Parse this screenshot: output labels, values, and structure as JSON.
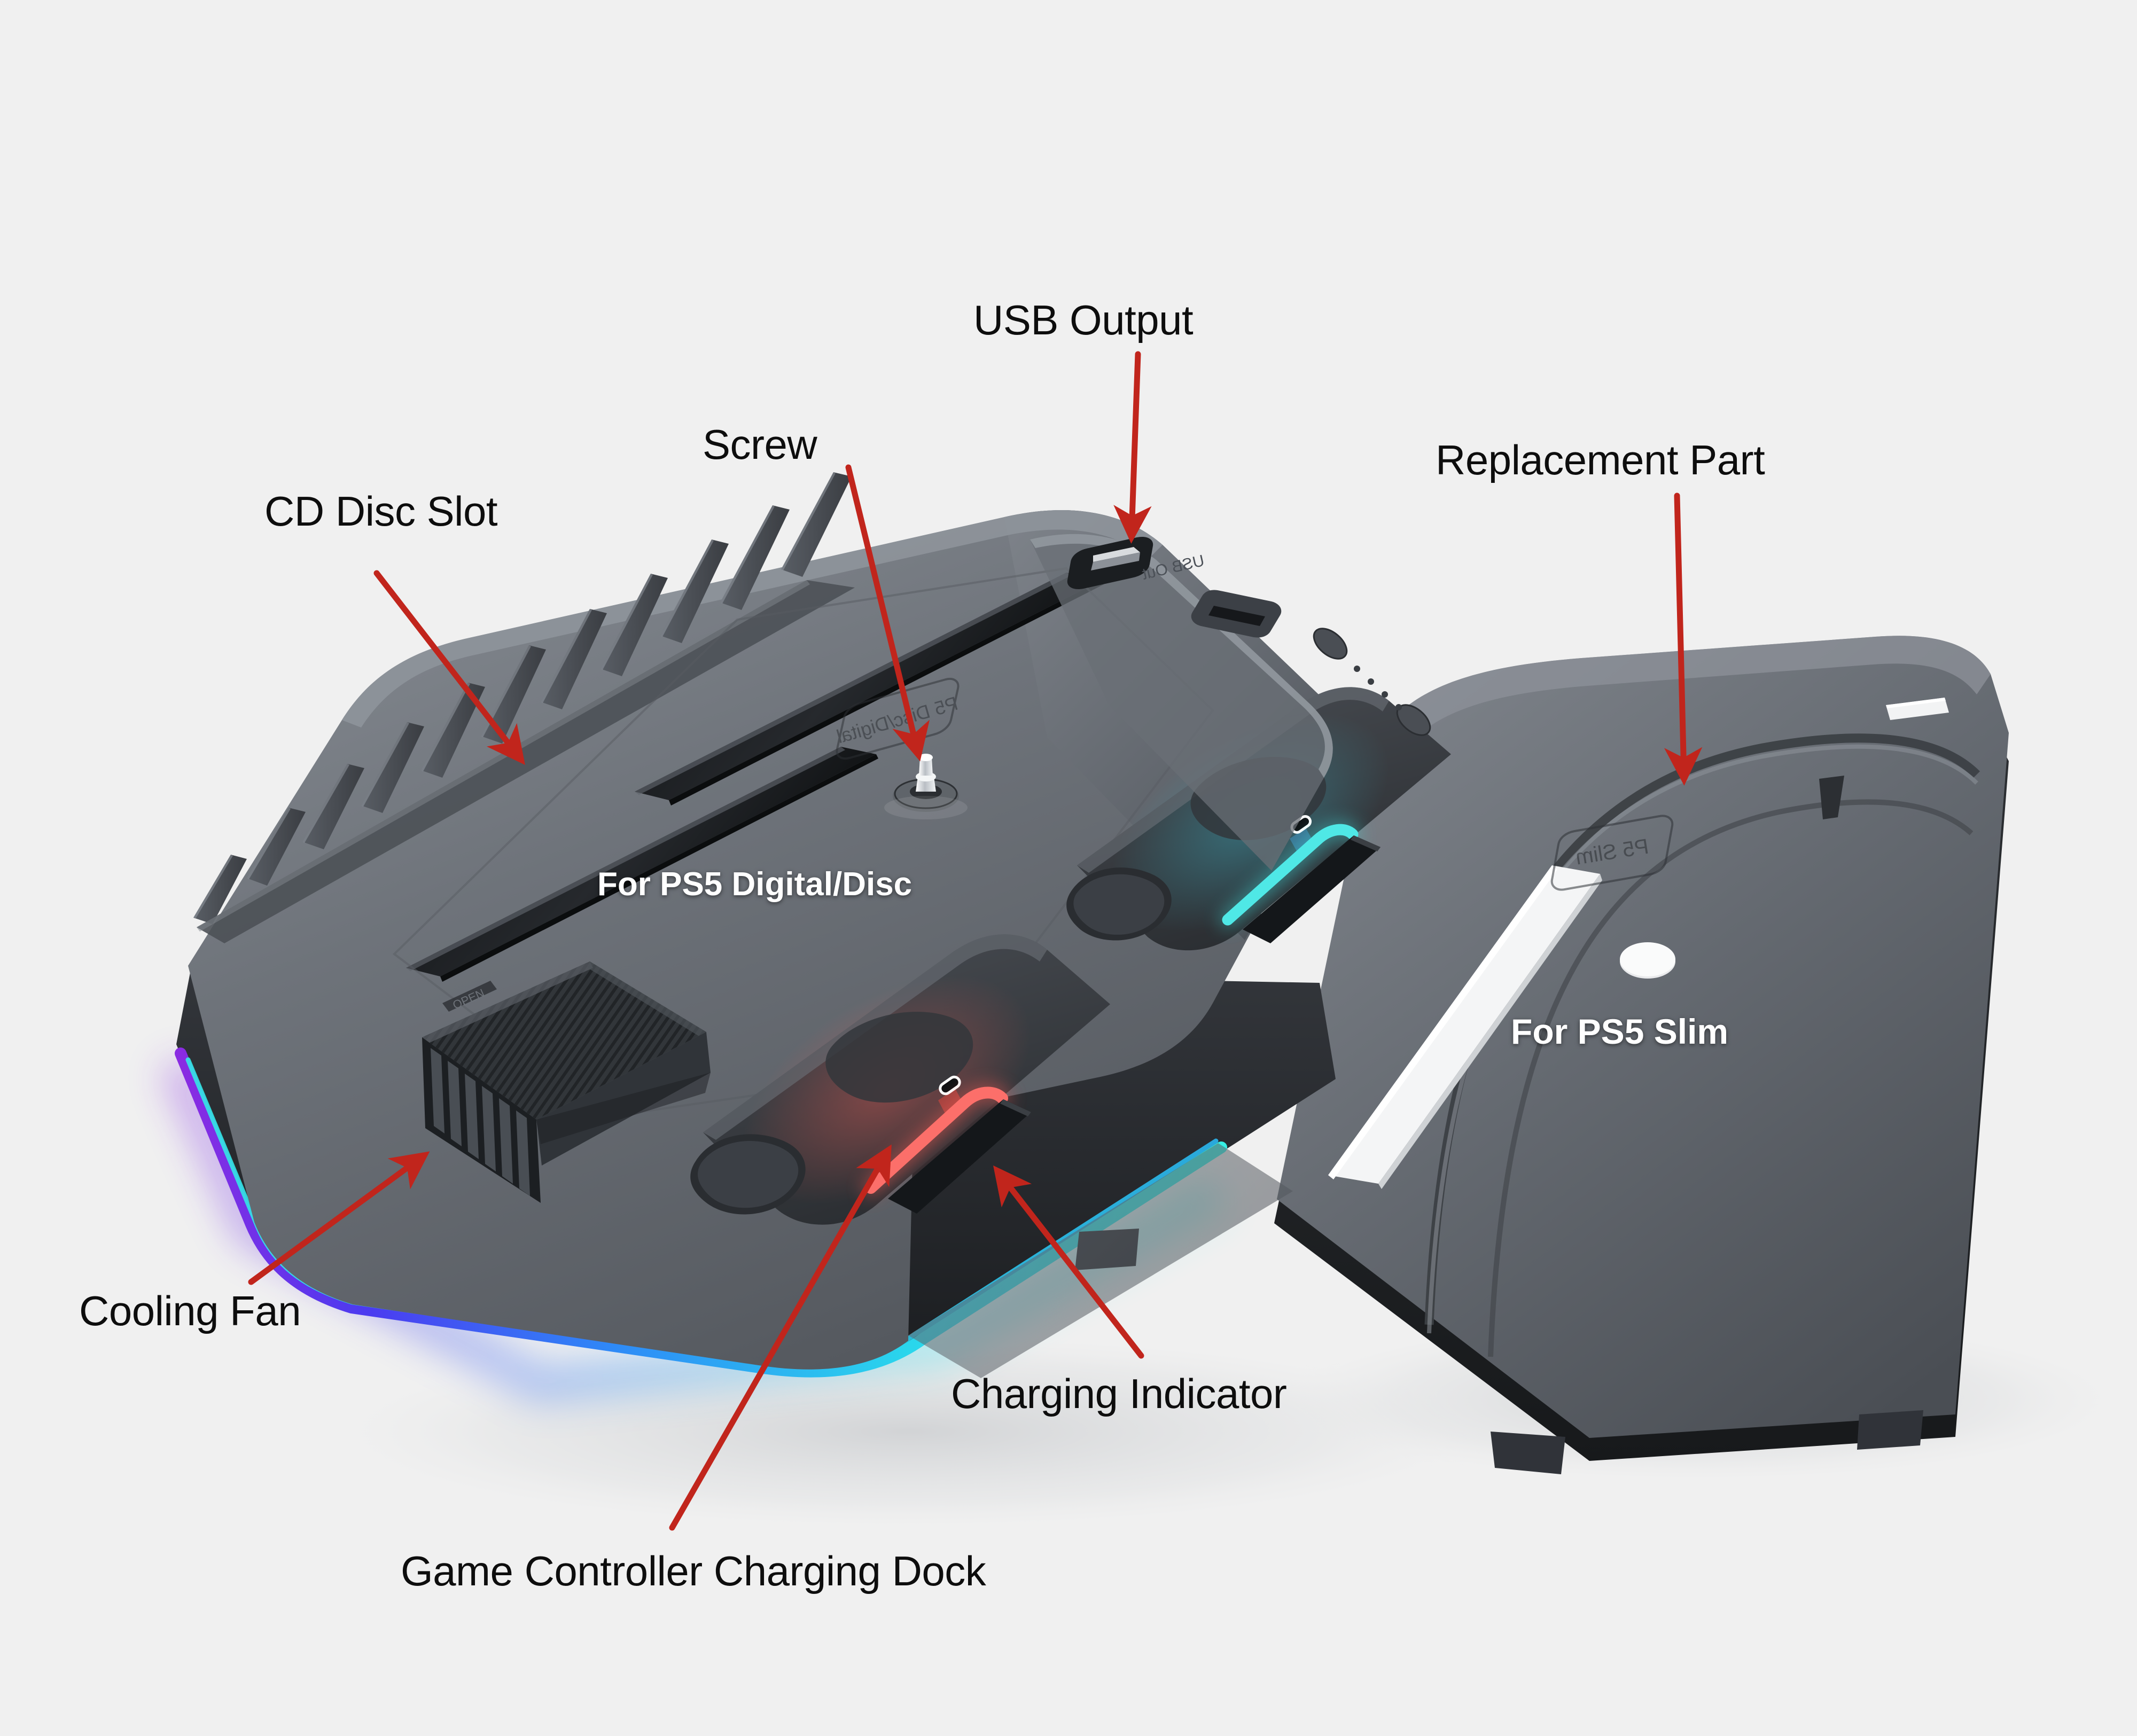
{
  "meta": {
    "kind": "product-annotated-photo",
    "background_color": "#f0f0f0",
    "callout_color": "#c1251c",
    "callout_text_color": "#0d0d0d",
    "onbody_text_color": "#ffffff"
  },
  "callouts": [
    {
      "id": "usb",
      "label": "USB Output",
      "name": "callout-usb-output"
    },
    {
      "id": "screw",
      "label": "Screw",
      "name": "callout-screw"
    },
    {
      "id": "cd",
      "label": "CD Disc Slot",
      "name": "callout-cd-disc-slot"
    },
    {
      "id": "replacement",
      "label": "Replacement Part",
      "name": "callout-replacement-part"
    },
    {
      "id": "cooling",
      "label": "Cooling Fan",
      "name": "callout-cooling-fan"
    },
    {
      "id": "charging",
      "label": "Charging Indicator",
      "name": "callout-charging-indicator"
    },
    {
      "id": "dock",
      "label": "Game Controller Charging Dock",
      "name": "callout-charging-dock"
    }
  ],
  "body_labels": {
    "main_unit": "For PS5 Digital/Disc",
    "replacement_panel": "For PS5 Slim"
  },
  "embossed_text": {
    "main_plate": "P5 Disc/Digital",
    "replacement_plate": "P5 Slim",
    "port_label": "USB Out",
    "hatch_label": "OPEN"
  },
  "product": {
    "colors": {
      "body_dark": "#3c3f44",
      "body_mid": "#5d6167",
      "body_light": "#797e85",
      "slot_black": "#121416",
      "rgb_cyan": "#29e3ee",
      "rgb_blue": "#2f7bf5",
      "rgb_violet": "#7b32d6",
      "charge_red": "#fc6a66",
      "charge_cyan": "#3fe5e3",
      "screw_metal": "#e8eaec"
    },
    "features": {
      "disc_fin_count": 11,
      "charging_dock_count": 2,
      "usb_port_count": 1,
      "top_buttons": 2,
      "screws": 1
    }
  }
}
